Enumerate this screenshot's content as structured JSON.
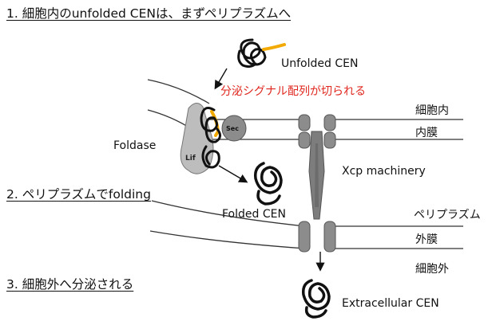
{
  "steps": [
    "1. 細胞内のunfolded CENは、まずペリプラズムへ",
    "2. ペリプラズムでfolding",
    "3. 細胞外へ分泌される"
  ],
  "labels": {
    "unfolded": "Unfolded CEN",
    "signal_cleave": "分泌シグナル配列が切られる",
    "foldase": "Foldase",
    "lif": "Lif",
    "sec": "Sec",
    "folded": "Folded CEN",
    "xcp": "Xcp machinery",
    "extracellular_cen": "Extracellular CEN"
  },
  "compartments": {
    "cytoplasm": "細胞内",
    "inner_membrane": "内膜",
    "periplasm": "ペリプラズム",
    "outer_membrane": "外膜",
    "extracellular": "細胞外"
  },
  "colors": {
    "signal_peptide": "#f2a900",
    "annotation_red": "#e0271f",
    "protein_gray": "#8c8c8c"
  }
}
